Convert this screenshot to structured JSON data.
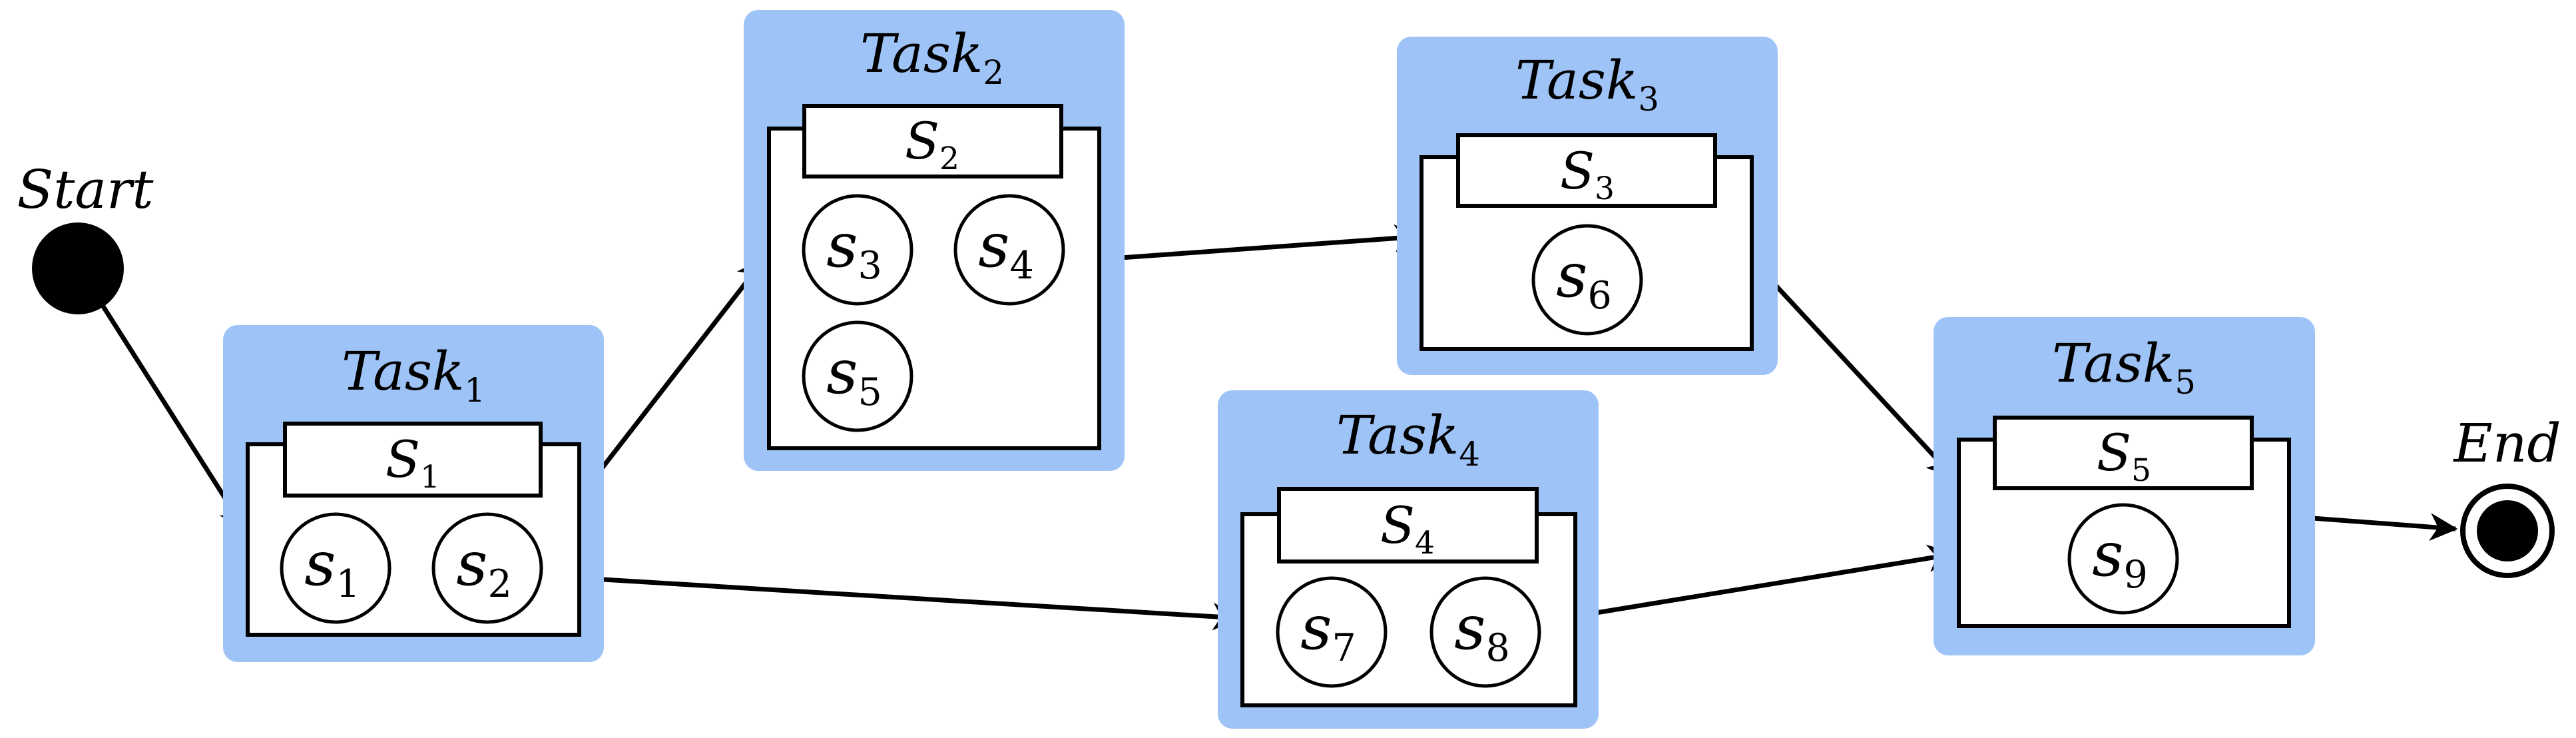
{
  "start": {
    "label": "Start"
  },
  "end": {
    "label": "End"
  },
  "tasks": [
    {
      "title": "Task",
      "title_sub": "1",
      "header": "S",
      "header_sub": "1",
      "states": [
        {
          "base": "s",
          "sub": "1"
        },
        {
          "base": "s",
          "sub": "2"
        }
      ]
    },
    {
      "title": "Task",
      "title_sub": "2",
      "header": "S",
      "header_sub": "2",
      "states": [
        {
          "base": "s",
          "sub": "3"
        },
        {
          "base": "s",
          "sub": "4"
        },
        {
          "base": "s",
          "sub": "5"
        }
      ]
    },
    {
      "title": "Task",
      "title_sub": "3",
      "header": "S",
      "header_sub": "3",
      "states": [
        {
          "base": "s",
          "sub": "6"
        }
      ]
    },
    {
      "title": "Task",
      "title_sub": "4",
      "header": "S",
      "header_sub": "4",
      "states": [
        {
          "base": "s",
          "sub": "7"
        },
        {
          "base": "s",
          "sub": "8"
        }
      ]
    },
    {
      "title": "Task",
      "title_sub": "5",
      "header": "S",
      "header_sub": "5",
      "states": [
        {
          "base": "s",
          "sub": "9"
        }
      ]
    }
  ],
  "colors": {
    "panel": "#9ec3f7",
    "stroke": "#000000",
    "fill": "#ffffff"
  }
}
